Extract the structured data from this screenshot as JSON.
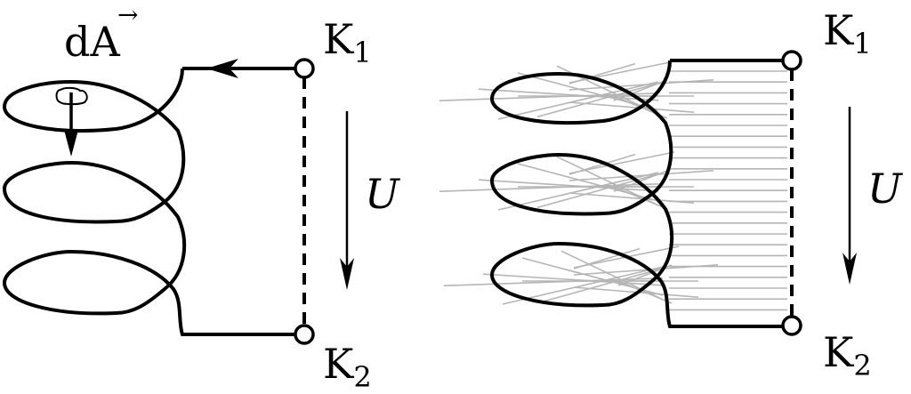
{
  "left": {
    "area_label": "dA",
    "vector_mark": "→",
    "terminal_top": {
      "main": "K",
      "sub": "1"
    },
    "terminal_bottom": {
      "main": "K",
      "sub": "2"
    },
    "voltage_label": "U"
  },
  "right": {
    "terminal_top": {
      "main": "K",
      "sub": "1"
    },
    "terminal_bottom": {
      "main": "K",
      "sub": "2"
    },
    "voltage_label": "U"
  },
  "colors": {
    "stroke": "#000000",
    "hatch": "#b5b5b5"
  }
}
